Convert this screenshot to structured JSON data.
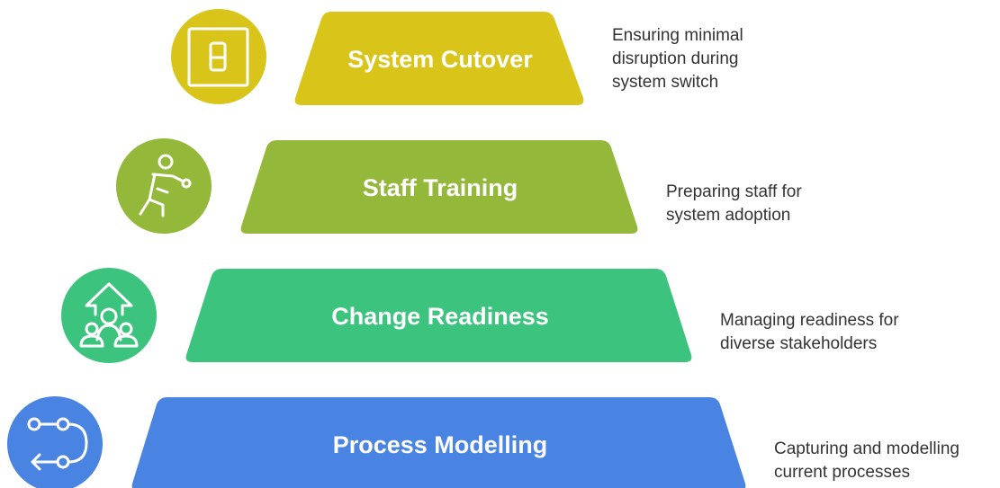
{
  "tiers": [
    {
      "label": "System Cutover",
      "icon": "switch-icon",
      "color": "#D9C519",
      "description": [
        "Ensuring minimal",
        "disruption during",
        "system switch"
      ]
    },
    {
      "label": "Staff Training",
      "icon": "person-training-icon",
      "color": "#93B83A",
      "description": [
        "Preparing staff for",
        "system adoption"
      ]
    },
    {
      "label": "Change Readiness",
      "icon": "group-up-arrow-icon",
      "color": "#3CC47F",
      "description": [
        "Managing readiness for",
        "diverse stakeholders"
      ]
    },
    {
      "label": "Process Modelling",
      "icon": "process-flow-icon",
      "color": "#4A84E2",
      "description": [
        "Capturing and modelling",
        "current processes"
      ]
    }
  ]
}
